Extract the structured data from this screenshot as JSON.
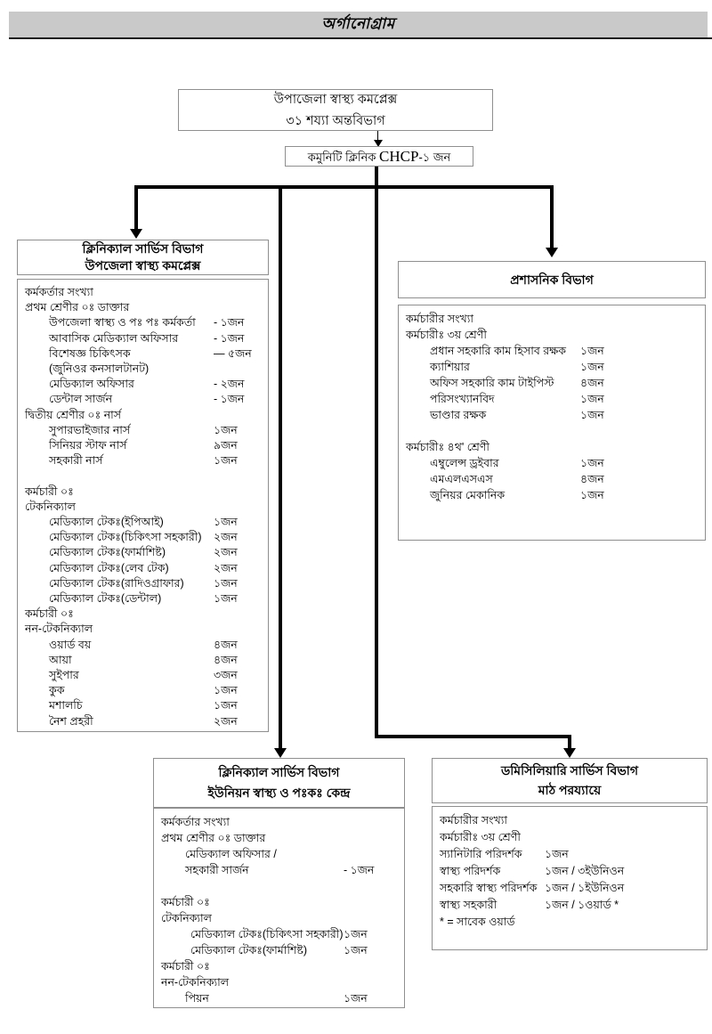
{
  "page": {
    "title": "অর্গানোগ্রাম"
  },
  "colors": {
    "header_bar_bg": "#c9c9c9",
    "box_border": "#8f8f8f",
    "connector": "#000000",
    "text": "#000000"
  },
  "top_box": {
    "line1": "উপাজেলা স্বাস্থ্য কমপ্লেক্স",
    "line2": "৩১ শয্যা অন্তবিভাগ"
  },
  "chcp_box": {
    "prefix": "কমুনিটি ক্লিনিক ",
    "latin": "CHCP",
    "suffix": "-১ জন"
  },
  "boxes": {
    "clinical_upazila": {
      "title1": "ক্লিনিক্যাল সার্ভিস বিভাগ",
      "title2": "উপজেলা স্বাস্থ্য কমপ্লেক্স",
      "rows": [
        {
          "label": "কর্মকর্তার সংখ্যা",
          "count": ""
        },
        {
          "label": "প্রথম শ্রেণীর ০ঃ ডাক্তার",
          "count": ""
        },
        {
          "label": "উপজেলা স্বাস্থ্য ও পঃ পঃ কর্মকর্তা",
          "count": "- ১জন",
          "indent": 1
        },
        {
          "label": "আবাসিক মেডিক্যাল অফিসার",
          "count": "- ১জন",
          "indent": 1
        },
        {
          "label": "বিশেষজ্ঞ  চিকিৎসক",
          "count": "— ৫জন",
          "indent": 1
        },
        {
          "label": "(জুনিওর কনসালটানট)",
          "count": "",
          "indent": 1
        },
        {
          "label": "মেডিক্যাল অফিসার",
          "count": "- ২জন",
          "indent": 1
        },
        {
          "label": "ডেন্টাল সার্জন",
          "count": "- ১জন",
          "indent": 1
        },
        {
          "label": "দ্বিতীয় শ্রেণীর ০ঃ নার্স",
          "count": ""
        },
        {
          "label": "সুপারভাইজার নার্স",
          "count": "১জন",
          "indent": 1
        },
        {
          "label": "সিনিয়র স্টাফ  নার্স",
          "count": "৯জন",
          "indent": 1
        },
        {
          "label": "সহকারী নার্স",
          "count": "১জন",
          "indent": 1
        },
        {
          "label": "",
          "count": ""
        },
        {
          "label": "কর্মচারী ০ঃ",
          "count": ""
        },
        {
          "label": "টেকনিক্যাল",
          "count": ""
        },
        {
          "label": "মেডিক্যাল টেকঃ(ইপিআই)",
          "count": "১জন",
          "indent": 1
        },
        {
          "label": "মেডিক্যাল টেকঃ(চিকিৎসা সহকারী)",
          "count": "২জন",
          "indent": 1
        },
        {
          "label": "মেডিক্যাল টেকঃ(ফার্মাশিষ্ট)",
          "count": "২জন",
          "indent": 1
        },
        {
          "label": "মেডিক্যাল টেকঃ(লেব টেক)",
          "count": "২জন",
          "indent": 1
        },
        {
          "label": "মেডিক্যাল টেকঃ(রাদিওগ্রাফার)",
          "count": "১জন",
          "indent": 1
        },
        {
          "label": "মেডিক্যাল টেকঃ(ডেন্টাল)",
          "count": "১জন",
          "indent": 1
        },
        {
          "label": "কর্মচারী ০ঃ",
          "count": ""
        },
        {
          "label": "নন-টেকনিক্যাল",
          "count": ""
        },
        {
          "label": "ওয়ার্ড বয়",
          "count": "৪জন",
          "indent": 1
        },
        {
          "label": "আয়া",
          "count": "৪জন",
          "indent": 1
        },
        {
          "label": "সুইপার",
          "count": "৩জন",
          "indent": 1
        },
        {
          "label": "কুক",
          "count": "১জন",
          "indent": 1
        },
        {
          "label": "মশালচি",
          "count": "১জন",
          "indent": 1
        },
        {
          "label": "নৈশ প্রহরী",
          "count": "২জন",
          "indent": 1
        }
      ]
    },
    "admin": {
      "title1": "প্রশাসনিক বিভাগ",
      "title2": "",
      "rows": [
        {
          "label": "কর্মচারীর সংখ্যা",
          "count": ""
        },
        {
          "label": "কর্মচারীঃ ৩য় শ্রেণী",
          "count": ""
        },
        {
          "label": "প্রধান সহকারি কাম হিসাব রক্ষক",
          "count": "১জন",
          "indent": 1
        },
        {
          "label": "ক্যাশিয়ার",
          "count": "১জন",
          "indent": 1
        },
        {
          "label": "অফিস সহকারি  কাম টাইপিস্ট",
          "count": "৪জন",
          "indent": 1
        },
        {
          "label": "পরিসংখ্যানবিদ",
          "count": "১জন",
          "indent": 1
        },
        {
          "label": "ভাণ্ডার রক্ষক",
          "count": "১জন",
          "indent": 1
        },
        {
          "label": "",
          "count": ""
        },
        {
          "label": "কর্মচারীঃ ৪থ' শ্রেণী",
          "count": ""
        },
        {
          "label": "এম্বুলেন্স ড্রইবার",
          "count": "১জন",
          "indent": 1
        },
        {
          "label": "এমএলএসএস",
          "count": "৪জন",
          "indent": 1
        },
        {
          "label": "জুনিয়র মেকানিক",
          "count": "১জন",
          "indent": 1
        }
      ]
    },
    "clinical_union": {
      "title1": "ক্লিনিক্যাল সার্ভিস বিভাগ",
      "title2": "ইউনিয়ন স্বাস্থ্য ও পঃকঃ কেন্দ্র",
      "rows": [
        {
          "label": "কর্মকর্তার সংখ্যা",
          "count": ""
        },
        {
          "label": "প্রথম শ্রেণীর ০ঃ ডাক্তার",
          "count": ""
        },
        {
          "label": "মেডিক্যাল অফিসার /",
          "count": "",
          "indent": 1
        },
        {
          "label": "সহকারী সার্জন",
          "count": "- ১জন",
          "indent": 1
        },
        {
          "label": "",
          "count": ""
        },
        {
          "label": "কর্মচারী ০ঃ",
          "count": ""
        },
        {
          "label": "টেকনিক্যাল",
          "count": ""
        },
        {
          "label": "মেডিক্যাল টেকঃ(চিকিৎসা সহকারী)",
          "count": "১জন",
          "indent": 2
        },
        {
          "label": "মেডিক্যাল টেকঃ(ফার্মাশিষ্ট)",
          "count": "১জন",
          "indent": 2
        },
        {
          "label": "কর্মচারী ০ঃ",
          "count": ""
        },
        {
          "label": "নন-টেকনিক্যাল",
          "count": ""
        },
        {
          "label": "পিয়ন",
          "count": "১জন",
          "indent": 1
        }
      ]
    },
    "domiciliary": {
      "title1": "ডমিসিলিয়ারি সার্ভিস বিভাগ",
      "title2": "মাঠ পরয্যায়ে",
      "rows": [
        {
          "label": "কর্মচারীর সংখ্যা",
          "count": ""
        },
        {
          "label": "কর্মচারীঃ ৩য় শ্রেণী",
          "count": ""
        },
        {
          "label": "স্যানিটারি পরিদর্শক",
          "count": "১জন"
        },
        {
          "label": "স্বাস্থ্য পরিদর্শক",
          "count": "১জন / ৩ইউনিওন"
        },
        {
          "label": "সহকারি স্বাস্থ্য পরিদর্শক ",
          "count": "১জন / ১ইউনিওন"
        },
        {
          "label": "স্বাস্থ্য সহকারী",
          "count": "১জন / ১ওয়ার্ড *"
        },
        {
          "label": "* = সাবেক ওয়ার্ড",
          "count": ""
        }
      ]
    }
  }
}
